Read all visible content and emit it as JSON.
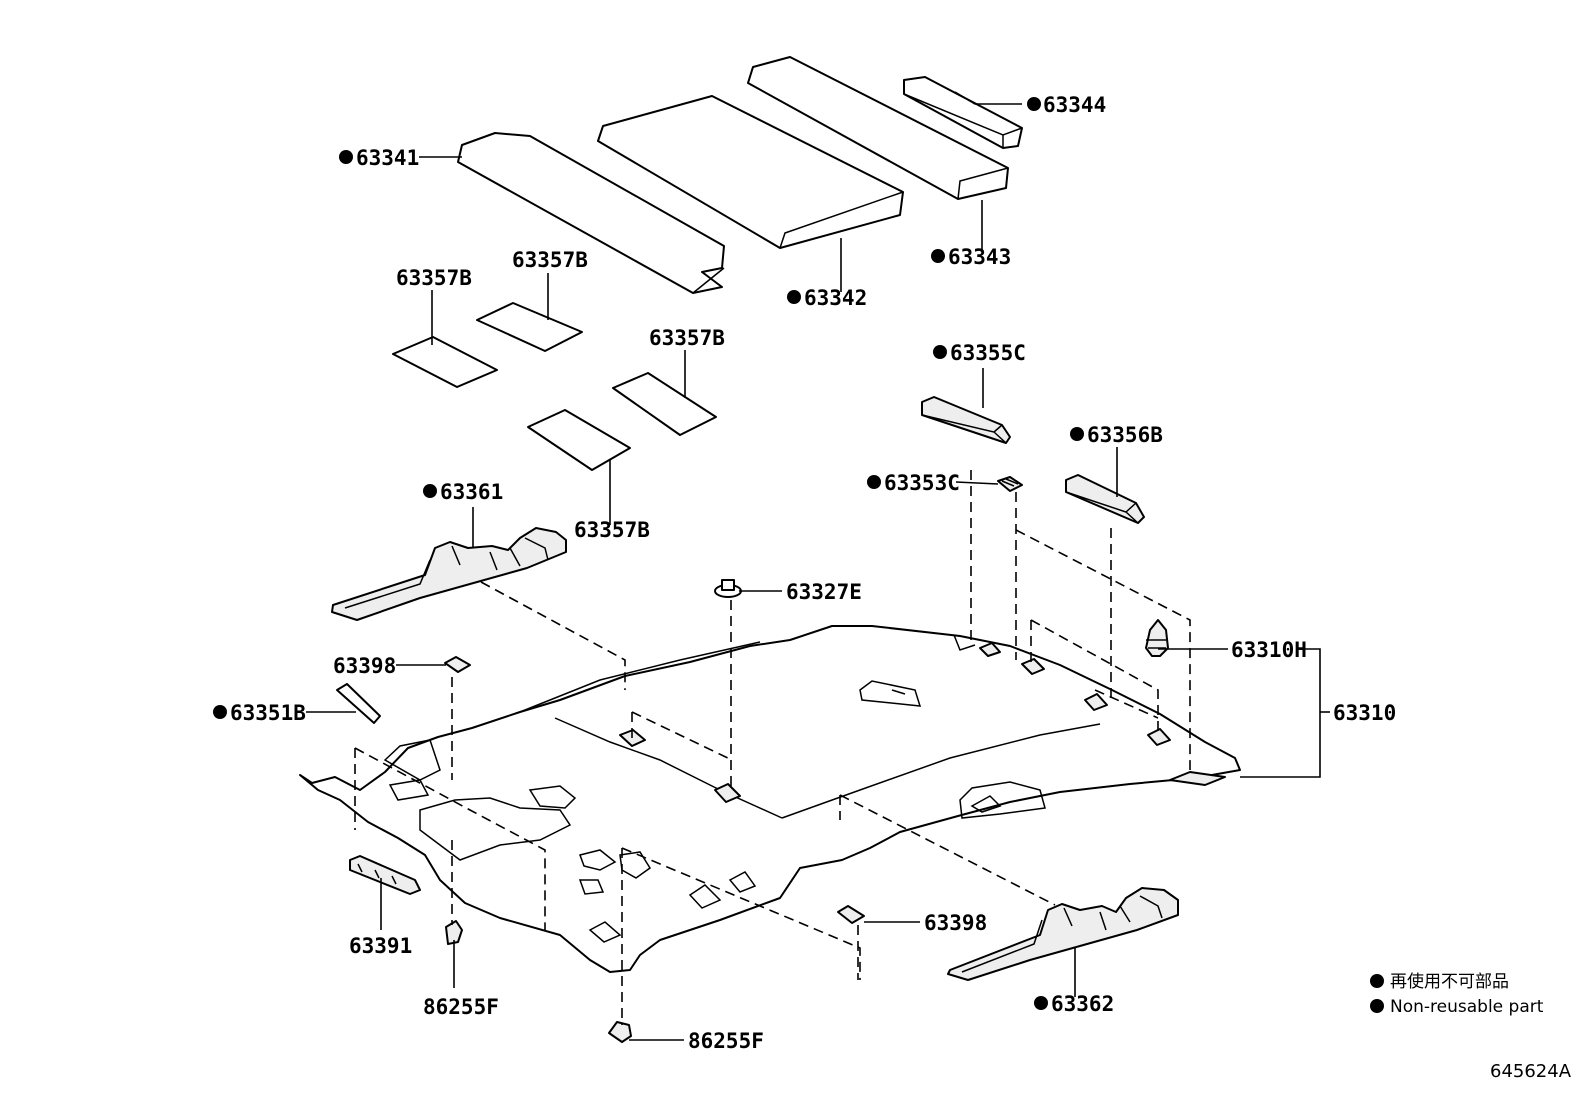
{
  "labels": {
    "p63344": "63344",
    "p63341": "63341",
    "p63343": "63343",
    "p63342": "63342",
    "p63357b_1": "63357B",
    "p63357b_2": "63357B",
    "p63357b_3": "63357B",
    "p63357b_4": "63357B",
    "p63355c": "63355C",
    "p63356b": "63356B",
    "p63353c": "63353C",
    "p63361": "63361",
    "p63327e": "63327E",
    "p63310h": "63310H",
    "p63310": "63310",
    "p63398_1": "63398",
    "p63351b": "63351B",
    "p63391": "63391",
    "p86255f_1": "86255F",
    "p86255f_2": "86255F",
    "p63398_2": "63398",
    "p63362": "63362"
  },
  "legend": {
    "japanese": "再使用不可部品",
    "english": "Non-reusable part"
  },
  "diagram_code": "645624A",
  "colors": {
    "line": "#000000",
    "background": "#ffffff",
    "part_fill": "#ffffff",
    "shaded_fill": "#eeeeee"
  }
}
